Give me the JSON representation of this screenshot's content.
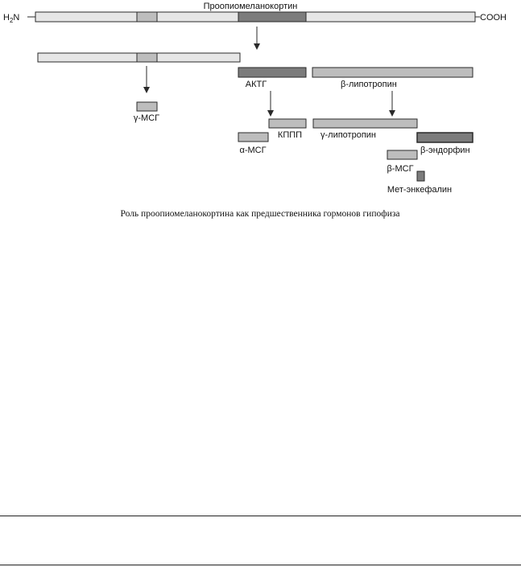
{
  "colors": {
    "light": "#e6e6e6",
    "medium": "#bdbdbd",
    "dark": "#7c7c7c",
    "stroke": "#2a2a2a",
    "text": "#111111"
  },
  "precursor": {
    "title": "Проопиомеланокортин",
    "n_terminus": "H2N",
    "c_terminus": "COOH"
  },
  "fragments": {
    "actg": "АКТГ",
    "beta_lipotropin": "β-липотропин",
    "gamma_msg": "γ-МСГ",
    "alpha_msg": "α-МСГ",
    "kppp": "КППП",
    "gamma_lipotropin": "γ-липотропин",
    "beta_endorphin": "β-эндорфин",
    "beta_msg": "β-МСГ",
    "met_enkephalin": "Мет-энкефалин"
  },
  "caption": "Роль проопиомеланокортина как предшественника гормонов гипофиза"
}
